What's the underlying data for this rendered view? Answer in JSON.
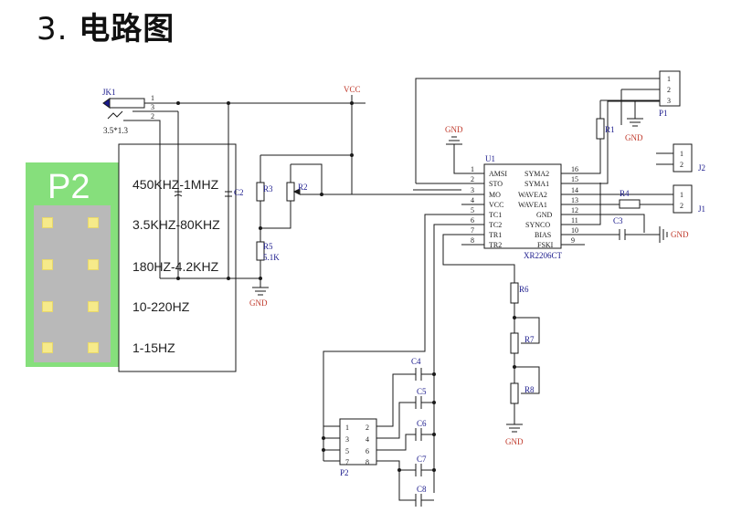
{
  "title": {
    "number": "3.",
    "text": "电路图"
  },
  "board": {
    "header_label": "P2",
    "ranges": [
      "450KHZ-1MHZ",
      "3.5KHZ-80KHZ",
      "180HZ-4.2KHZ",
      "10-220HZ",
      "1-15HZ"
    ]
  },
  "chip": {
    "name": "U1",
    "part": "XR2206CT",
    "left_pins": [
      {
        "num": "1",
        "name": "AMSI"
      },
      {
        "num": "2",
        "name": "STO"
      },
      {
        "num": "3",
        "name": "MO"
      },
      {
        "num": "4",
        "name": "VCC"
      },
      {
        "num": "5",
        "name": "TC1"
      },
      {
        "num": "6",
        "name": "TC2"
      },
      {
        "num": "7",
        "name": "TR1"
      },
      {
        "num": "8",
        "name": "TR2"
      }
    ],
    "right_pins": [
      {
        "num": "16",
        "name": "SYMA2"
      },
      {
        "num": "15",
        "name": "SYMA1"
      },
      {
        "num": "14",
        "name": "WAVEA2"
      },
      {
        "num": "13",
        "name": "WAVEA1"
      },
      {
        "num": "12",
        "name": "GND"
      },
      {
        "num": "11",
        "name": "SYNCO"
      },
      {
        "num": "10",
        "name": "BIAS"
      },
      {
        "num": "9",
        "name": "FSKI"
      }
    ]
  },
  "labels": {
    "jk1": "JK1",
    "jk1_size": "3.5*1.3",
    "jk1_p1": "1",
    "jk1_p3": "3",
    "jk1_p2": "2",
    "vcc": "VCC",
    "gnd_top": "GND",
    "gnd_left": "GND",
    "gnd_bottom": "GND",
    "gnd_right": "GND",
    "gnd_p1": "GND",
    "c2": "C2",
    "r3": "R3",
    "r2": "R2",
    "r5": "R5",
    "r5_val": "5.1K",
    "r1": "R1",
    "r4": "R4",
    "c3": "C3",
    "r6": "R6",
    "r7": "R7",
    "r8": "R8",
    "c4": "C4",
    "c5": "C5",
    "c6": "C6",
    "c7": "C7",
    "c8": "C8",
    "p1": "P1",
    "p1_pins": [
      "1",
      "2",
      "3"
    ],
    "j2": "J2",
    "j2_pins": [
      "1",
      "2"
    ],
    "j1": "J1",
    "j1_pins": [
      "1",
      "2"
    ],
    "p2": "P2",
    "p2_left": [
      "1",
      "3",
      "5",
      "7"
    ],
    "p2_right": [
      "2",
      "4",
      "6",
      "8"
    ]
  }
}
